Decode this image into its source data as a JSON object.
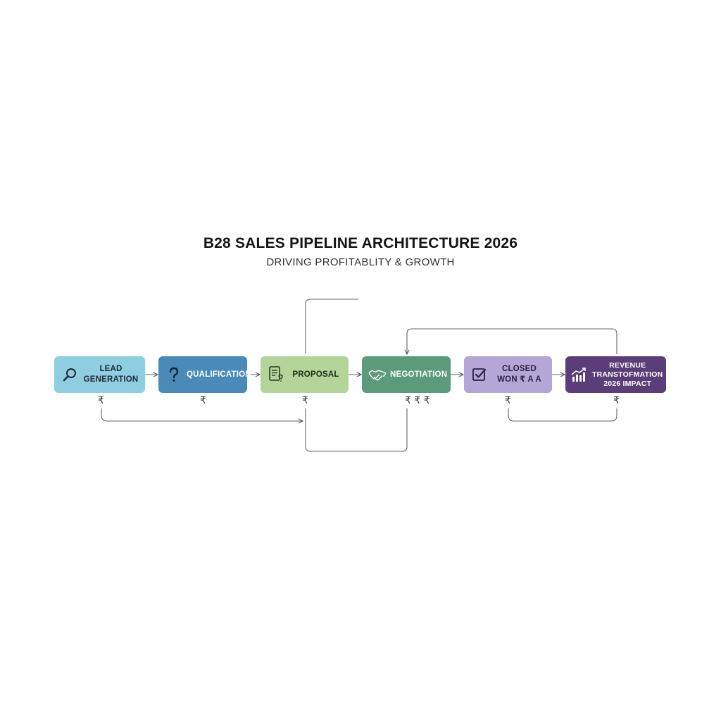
{
  "header": {
    "title": "B28 SALES PIPELINE ARCHITECTURE 2026",
    "subtitle": "DRIVING PROFITABLITY & GROWTH"
  },
  "stages": [
    {
      "lines": [
        "LEAD",
        "GENERATION"
      ],
      "icon": "magnifier-icon",
      "color": "#8fcde0",
      "text_color": "#1e2a36",
      "coins": "₹"
    },
    {
      "lines": [
        "QUALIFICATION"
      ],
      "icon": "question-mark-icon",
      "color": "#4a8ab8",
      "text_color": "#ffffff",
      "coins": "₹"
    },
    {
      "lines": [
        "PROPOSAL"
      ],
      "icon": "document-icon",
      "color": "#b3d59a",
      "text_color": "#1e2a1a",
      "coins": "₹"
    },
    {
      "lines": [
        "NEGOTIATION"
      ],
      "icon": "handshake-icon",
      "color": "#5b9a7b",
      "text_color": "#ffffff",
      "coins": "₹ ₹ ₹"
    },
    {
      "lines": [
        "CLOSED",
        "WON ₹ A A"
      ],
      "icon": "checkbox-icon",
      "color": "#b4a6d6",
      "text_color": "#2a2440",
      "coins": "₹"
    },
    {
      "lines": [
        "REVENUE",
        "TRANSTOFMATION",
        "2026 IMPACT"
      ],
      "icon": "growth-chart-icon",
      "color": "#5b3d78",
      "text_color": "#ffffff",
      "coins": "₹"
    }
  ]
}
